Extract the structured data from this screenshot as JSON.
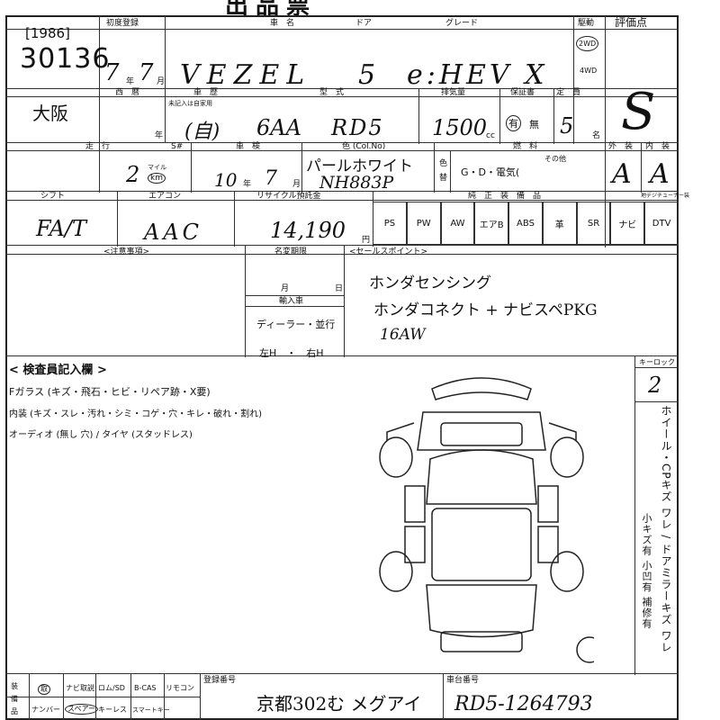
{
  "title": "出品票",
  "header": {
    "year_tag": "[1986]",
    "lot_no": "30136",
    "region": "大阪",
    "labels": {
      "first_reg": "初度登録",
      "car_name": "車　名",
      "door": "ドア",
      "grade": "グレード",
      "drive": "駆動",
      "score": "評価点",
      "year_suffix": "年",
      "month_suffix": "月"
    },
    "first_reg_year": "7",
    "first_reg_month": "7",
    "car_name": "VEZEL",
    "doors": "5",
    "grade": "e:HEV X",
    "drive_2wd": "2WD",
    "drive_4wd": "4WD"
  },
  "row2": {
    "labels": {
      "nishi": "西　暦",
      "history": "車　歴",
      "no_history_note": "未記入は自家用",
      "model": "型　式",
      "displacement": "排気量",
      "warranty": "保証書",
      "capacity": "定　員",
      "year_unit": "年",
      "cc": "cc",
      "person": "名",
      "warranty_yes": "有",
      "warranty_no": "無"
    },
    "history": "(自)",
    "model_prefix": "6AA",
    "model_code": "RD5",
    "displacement": "1500",
    "capacity": "5",
    "score": "S"
  },
  "row3": {
    "labels": {
      "mileage": "走　行",
      "s_no": "S#",
      "inspection": "車　検",
      "color": "色 (Col.No)",
      "fuel": "燃　料",
      "exterior": "外　装",
      "interior": "内　装",
      "mile_unit": "マイル",
      "km_unit": "km",
      "year_unit": "年",
      "month_unit": "月",
      "color_change": "色替",
      "fuel_options": "G・D・電気(",
      "fuel_other": "その他"
    },
    "mileage": "2",
    "inspection_year": "10",
    "inspection_month": "7",
    "color_name": "パールホワイト",
    "color_code": "NH883P",
    "exterior_grade": "A",
    "interior_grade": "A"
  },
  "row4": {
    "labels": {
      "shift": "シフト",
      "aircon": "エアコン",
      "recycle": "リサイクル預託金",
      "equipment": "純　正　装　備　品",
      "nav_tuner": "地デジチューナー装",
      "yen": "円"
    },
    "shift": "FA/T",
    "aircon": "AAC",
    "recycle_fee": "14,190",
    "equipment": [
      "PS",
      "PW",
      "AW",
      "エアB",
      "ABS",
      "革",
      "SR",
      "ナビ",
      "DTV"
    ]
  },
  "row5": {
    "labels": {
      "caution": "<注意事項>",
      "name_change": "名変期限",
      "month": "月",
      "day": "日",
      "import": "輸入車",
      "dealer": "ディーラー・並行",
      "steering": "左H　・　右H",
      "sales_point": "<セールスポイント>"
    },
    "sales_points": [
      "ホンダセンシング",
      "ホンダコネクト + ナビスペPKG",
      "16AW"
    ]
  },
  "inspection": {
    "title": "< 検査員記入欄 >",
    "lines": [
      "Fガラス (キズ・飛石・ヒビ・リペア跡・X要)",
      "内装 (キズ・スレ・汚れ・シミ・コゲ・穴・キレ・破れ・割れ)",
      "オーディオ (無し 穴) / タイヤ (スタッドレス)"
    ],
    "key_label": "キーロック",
    "key_value": "2",
    "legend": "ホイール・CPキズ ワレ / ドアミラーキズ ワレ",
    "legend2": "小キズ有 小凹有 補修有"
  },
  "footer": {
    "labels": {
      "equipped": "装備品",
      "nav_manual": "ナビ取説",
      "rom_sd": "ロム/SD",
      "bcas": "B-CAS",
      "remote": "リモコン",
      "number_plate": "ナンバー",
      "spare": "スペアー",
      "keyless": "キーレス",
      "smart_key": "スマートキー",
      "reg_no": "登録番号",
      "chassis_no": "車台番号"
    },
    "reg_no": "京都302む メグアイ",
    "chassis_no": "RD5-1264793"
  }
}
